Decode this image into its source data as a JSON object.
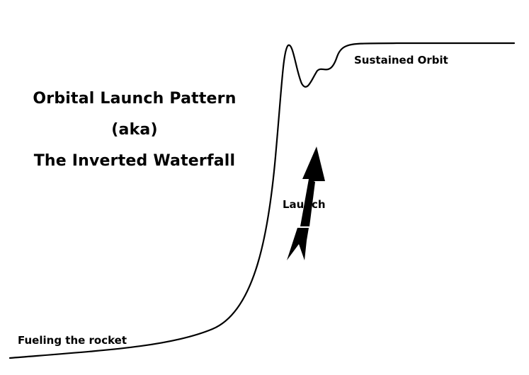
{
  "title": {
    "line1": "Orbital Launch Pattern",
    "line2": "(aka)",
    "line3": "The Inverted Waterfall"
  },
  "labels": {
    "sustained_orbit": "Sustained Orbit",
    "launch": "Launch",
    "fueling": "Fueling the rocket"
  },
  "colors": {
    "stroke": "#000000",
    "background": "#ffffff"
  }
}
